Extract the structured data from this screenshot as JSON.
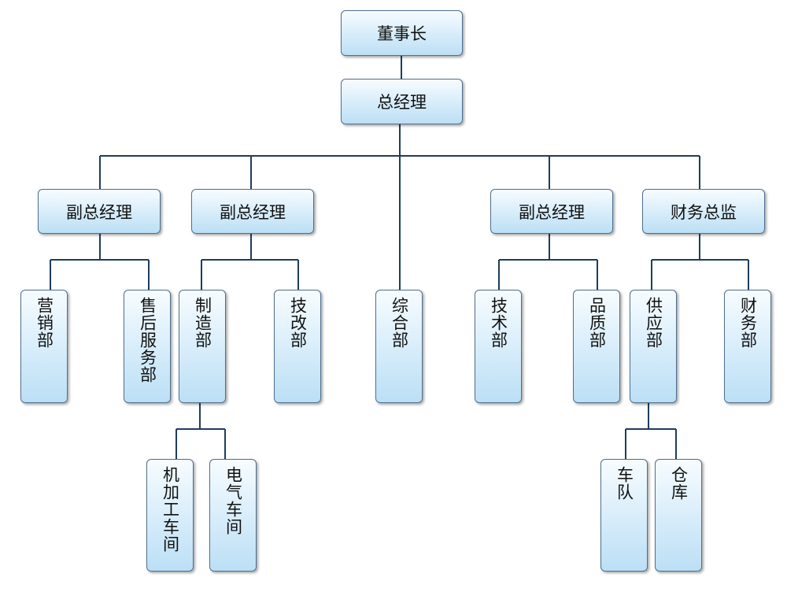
{
  "org_chart": {
    "chairman": "董事长",
    "general_manager": "总经理",
    "vp1": {
      "title": "副总经理",
      "sales": "营销部",
      "after_sales": "售后服务部"
    },
    "vp2": {
      "title": "副总经理",
      "manufacturing": "制造部",
      "machining_workshop": "机加工车间",
      "electrical_workshop": "电气车间",
      "tech_renovation": "技改部"
    },
    "general_dept": "综合部",
    "vp3": {
      "title": "副总经理",
      "technology": "技术部",
      "quality": "品质部"
    },
    "cfo": {
      "title": "财务总监",
      "supply": "供应部",
      "fleet": "车队",
      "warehouse": "仓库",
      "finance": "财务部"
    }
  }
}
